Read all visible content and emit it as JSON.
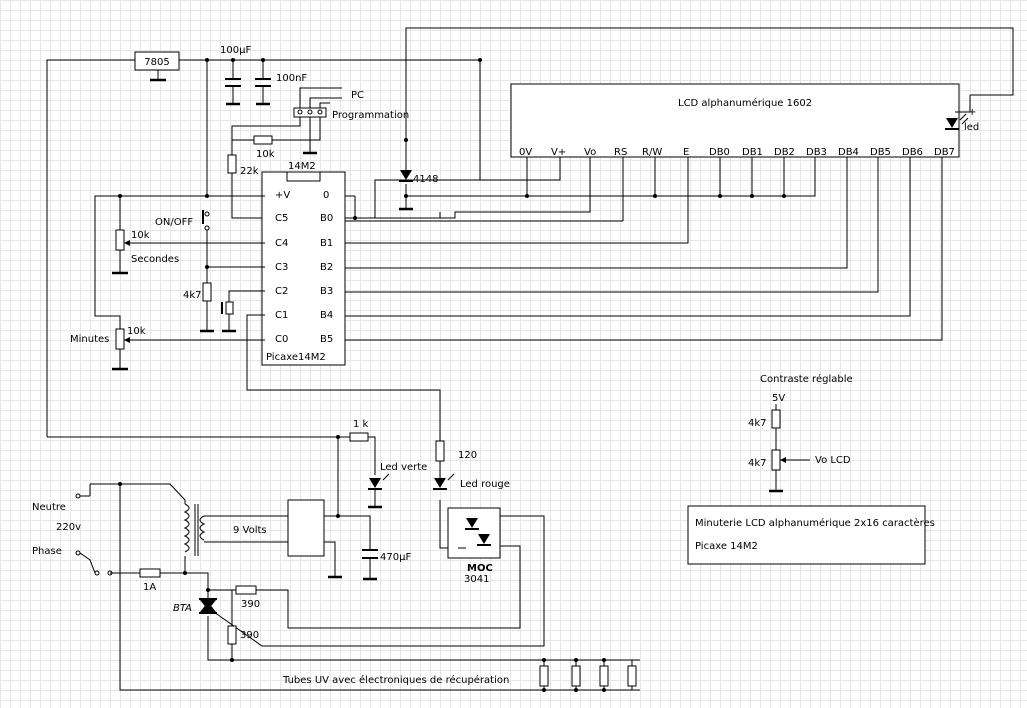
{
  "regulator": {
    "label": "7805"
  },
  "caps": {
    "c100u": "100µF",
    "c100n": "100nF",
    "c470u": "470µF"
  },
  "programming": {
    "pc": "PC",
    "label": "Programmation"
  },
  "resistors": {
    "r10k": "10k",
    "r22k": "22k",
    "r4k7": "4k7",
    "r1k": "1 k",
    "r120": "120",
    "r390a": "390",
    "r390b": "390",
    "pot_sec": "10k",
    "pot_min": "10k"
  },
  "chip": {
    "top_label": "14M2",
    "name": "Picaxe14M2",
    "left_pins": [
      "+V",
      "C5",
      "C4",
      "C3",
      "C2",
      "C1",
      "C0"
    ],
    "right_pins": [
      "0",
      "B0",
      "B1",
      "B2",
      "B3",
      "B4",
      "B5"
    ]
  },
  "switch": {
    "onoff": "ON/OFF"
  },
  "pots": {
    "seconds": "Secondes",
    "minutes": "Minutes"
  },
  "diode": {
    "d4148": "4148"
  },
  "lcd": {
    "title": "LCD alphanumérique  1602",
    "pins": [
      "0V",
      "V+",
      "Vo",
      "RS",
      "R/W",
      "E",
      "DB0",
      "DB1",
      "DB2",
      "DB3",
      "DB4",
      "DB5",
      "DB6",
      "DB7"
    ],
    "plus": "+",
    "led": "led"
  },
  "contrast": {
    "title": "Contraste réglable",
    "v5": "5V",
    "r1": "4k7",
    "r2": "4k7",
    "vo": "Vo LCD"
  },
  "leds": {
    "green": "Led verte",
    "red": "Led rouge"
  },
  "power": {
    "neutral": "Neutre",
    "voltage": "220v",
    "phase": "Phase",
    "fuse": "1A",
    "transformer": "9 Volts"
  },
  "moc": {
    "name": "MOC",
    "num": "3041"
  },
  "triac": {
    "label": "BTA"
  },
  "uv": {
    "label": "Tubes UV avec électroniques de récupération"
  },
  "info": {
    "line1": "Minuterie LCD alphanumérique 2x16 caractères",
    "line2": "Picaxe 14M2"
  }
}
